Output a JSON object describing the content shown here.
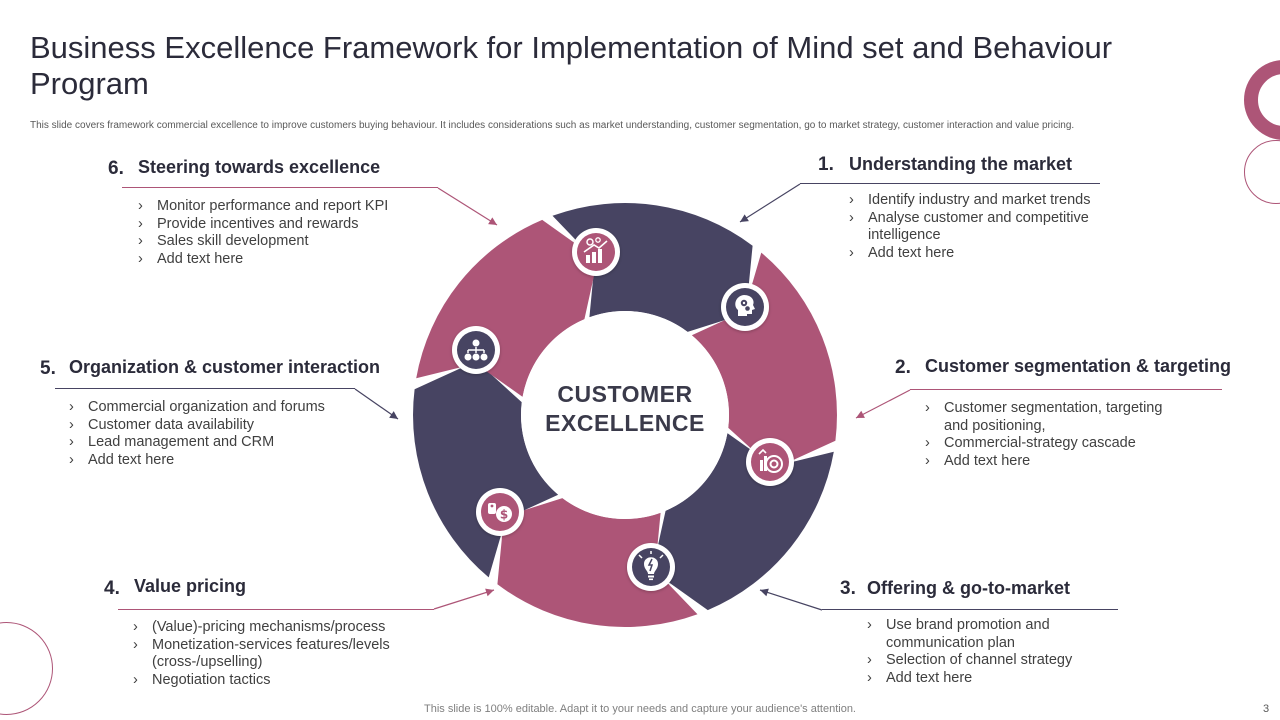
{
  "title": "Business Excellence Framework for Implementation of Mind set and Behaviour Program",
  "subtitle": "This slide covers framework commercial excellence to improve customers buying behaviour. It includes considerations such as market understanding, customer segmentation, go to market strategy,  customer interaction and value pricing.",
  "center": {
    "line1": "CUSTOMER",
    "line2": "EXCELLENCE"
  },
  "colors": {
    "plum": "#ad5577",
    "navy": "#474462",
    "ring": "#ffffff"
  },
  "icons": {
    "seg1": "head-gears-icon",
    "seg2": "target-chart-icon",
    "seg3": "lightbulb-icon",
    "seg4": "dollar-tag-icon",
    "seg5": "org-chart-icon",
    "seg6": "growth-chart-gears-icon"
  },
  "sections": [
    {
      "num": "1.",
      "heading": "Understanding the market",
      "points": [
        "Identify industry and market trends",
        "Analyse customer and competitive intelligence",
        "Add text here"
      ]
    },
    {
      "num": "2.",
      "heading": "Customer segmentation & targeting",
      "points": [
        "Customer segmentation, targeting and positioning,",
        "Commercial-strategy cascade",
        "Add text here"
      ]
    },
    {
      "num": "3.",
      "heading": "Offering & go-to-market",
      "points": [
        "Use brand promotion and communication plan",
        "Selection of channel strategy",
        "Add text here"
      ]
    },
    {
      "num": "4.",
      "heading": "Value pricing",
      "points": [
        "(Value)-pricing mechanisms/process",
        "Monetization-services features/levels (cross-/upselling)",
        "Negotiation tactics"
      ]
    },
    {
      "num": "5.",
      "heading": "Organization & customer interaction",
      "points": [
        "Commercial organization and forums",
        "Customer data availability",
        "Lead management and CRM",
        "Add text here"
      ]
    },
    {
      "num": "6.",
      "heading": "Steering towards excellence",
      "points": [
        "Monitor performance and report KPI",
        "Provide incentives and rewards",
        "Sales skill development",
        "Add text here"
      ]
    }
  ],
  "footer": "This slide is 100% editable. Adapt it to your needs and capture your audience's attention.",
  "page_number": "3"
}
